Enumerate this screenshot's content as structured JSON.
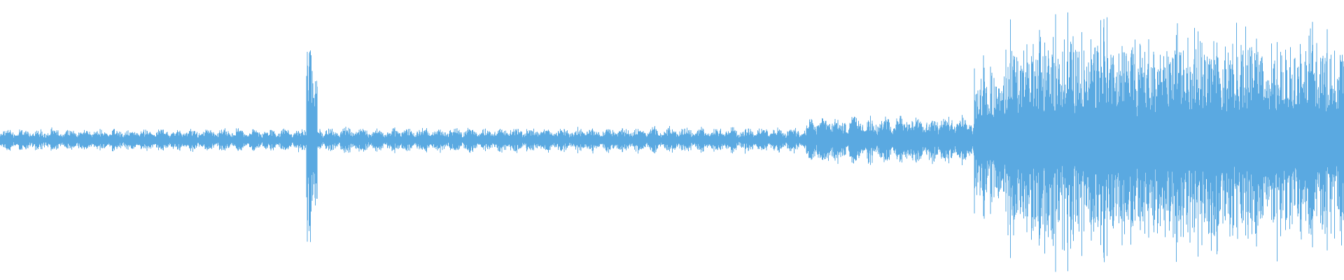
{
  "waveform": {
    "color": "#5aa9e1",
    "background": "#ffffff",
    "segments": [
      {
        "from": 0.0,
        "to": 0.228,
        "level": 0.035,
        "pulse": 0.045
      },
      {
        "from": 0.228,
        "to": 0.236,
        "level": 0.55,
        "pulse": 0.0
      },
      {
        "from": 0.236,
        "to": 0.6,
        "level": 0.04,
        "pulse": 0.05
      },
      {
        "from": 0.6,
        "to": 0.725,
        "level": 0.09,
        "pulse": 0.08
      },
      {
        "from": 0.725,
        "to": 0.748,
        "level": 0.38,
        "pulse": 0.0
      },
      {
        "from": 0.748,
        "to": 1.0,
        "level": 0.55,
        "pulse": 0.0
      }
    ]
  }
}
